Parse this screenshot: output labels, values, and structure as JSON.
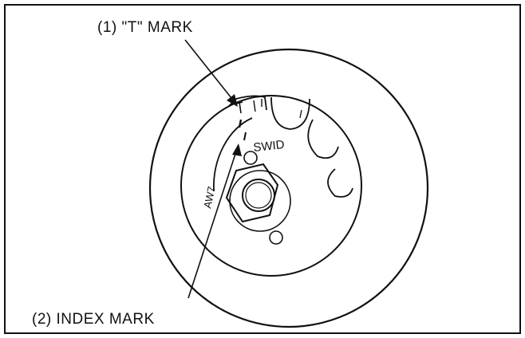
{
  "callouts": {
    "t_mark": "(1) \"T\" MARK",
    "index_mark": "(2) INDEX MARK"
  },
  "part_markings": {
    "flywheel_upper": "SWID",
    "flywheel_side": "AW7"
  },
  "colors": {
    "ink": "#111111",
    "paper": "#ffffff"
  }
}
